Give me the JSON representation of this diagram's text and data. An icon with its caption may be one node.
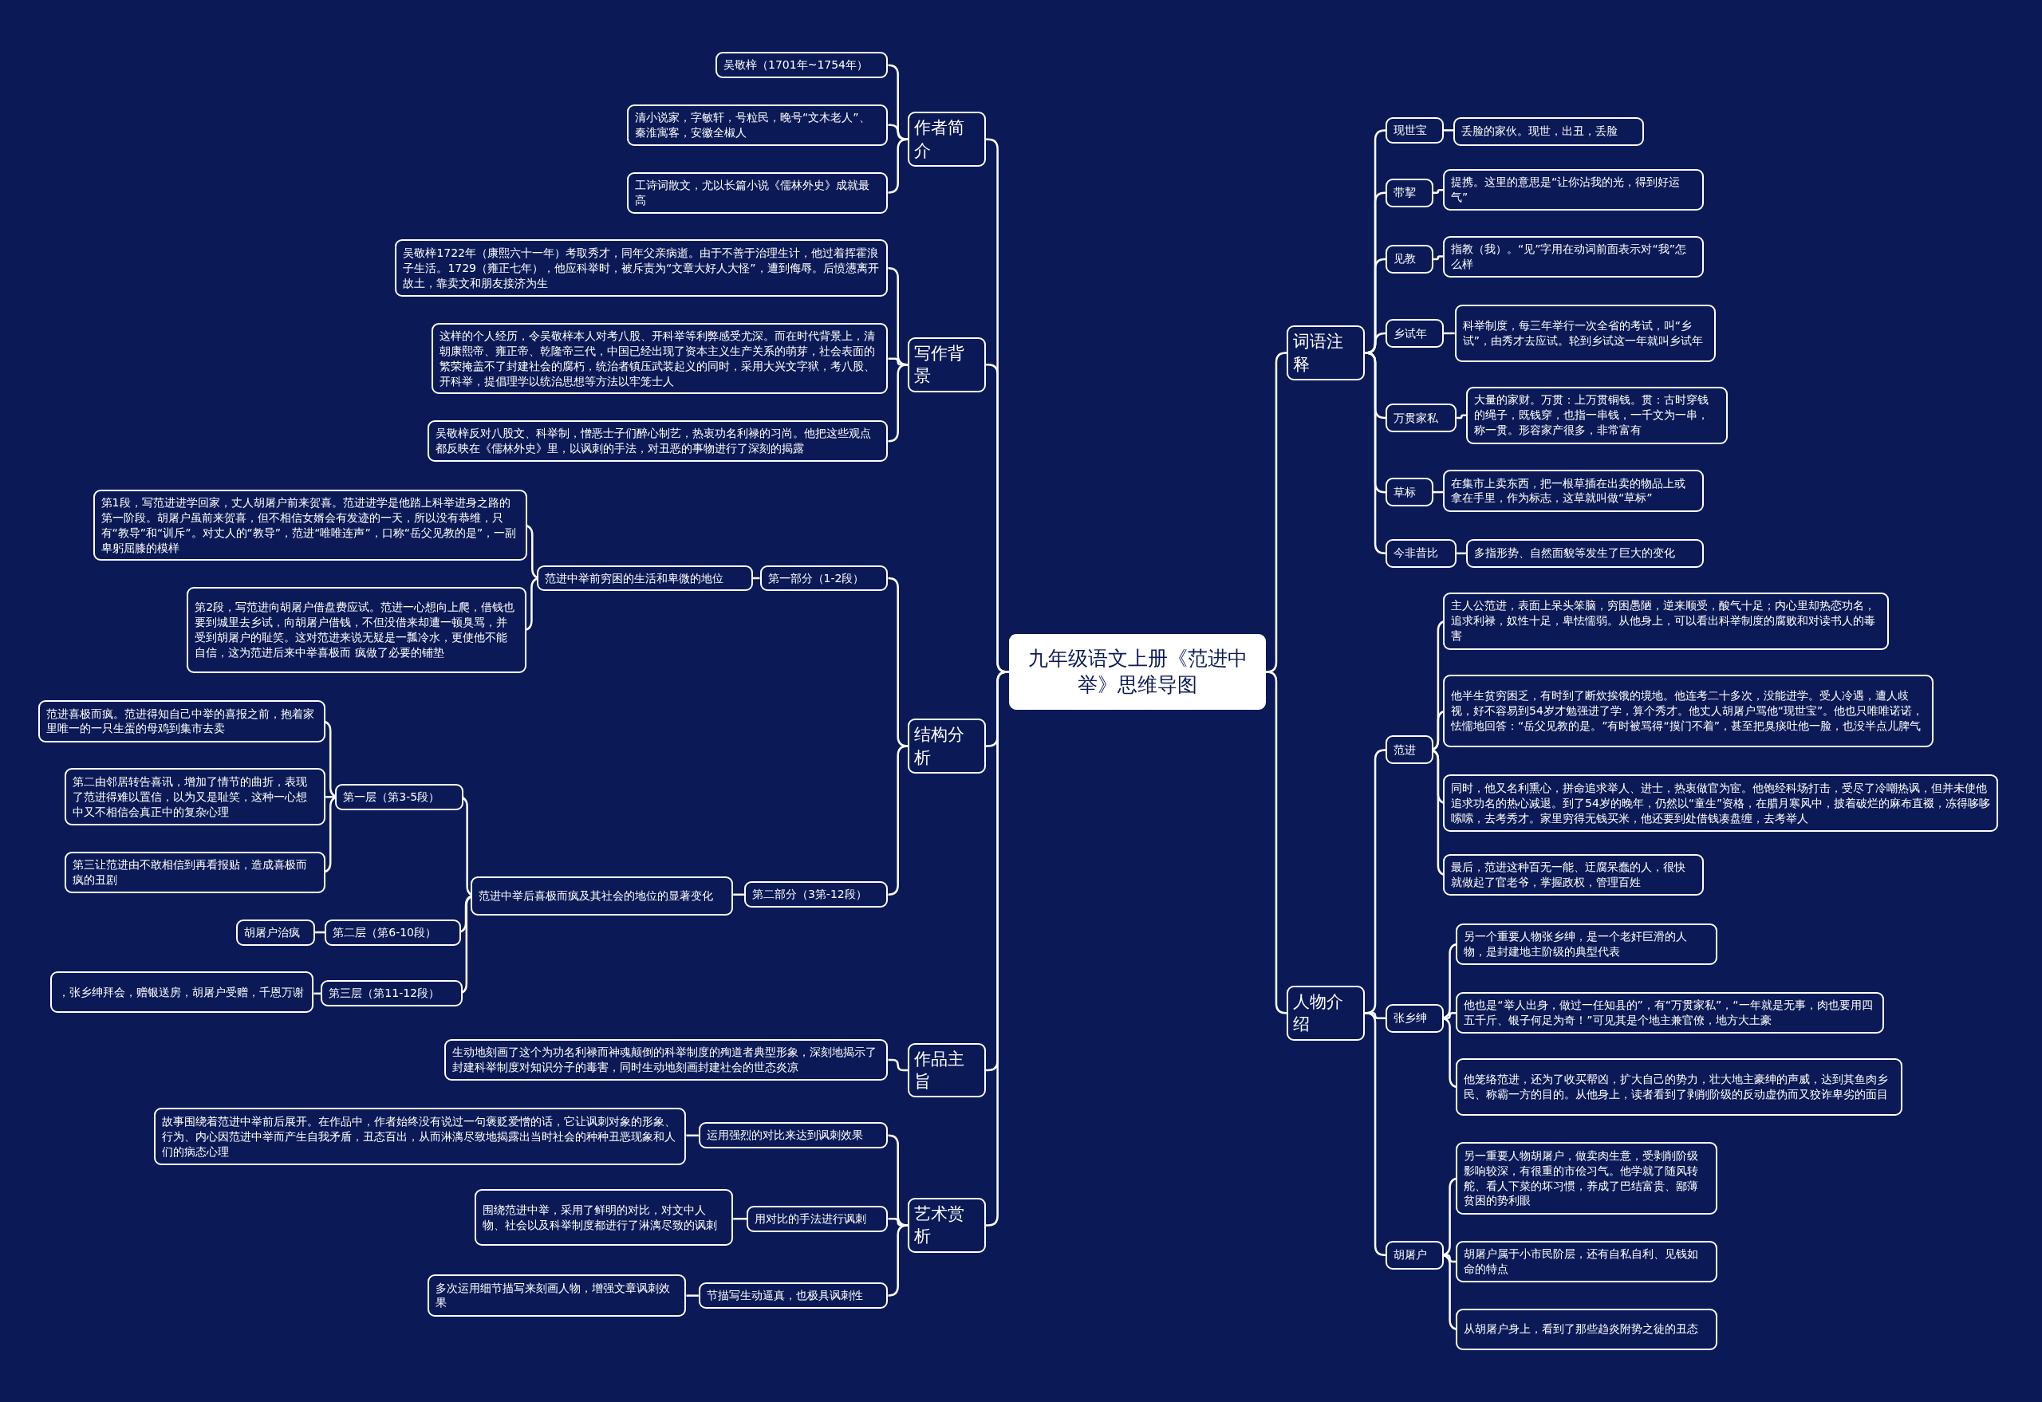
{
  "diagram": {
    "nodes": [
      {
        "text": [
          "九年级语文上册《范进中举》思维导图"
        ]
      },
      {
        "text": [
          "作者简介"
        ]
      },
      {
        "text": [
          "写作背景"
        ]
      },
      {
        "text": [
          "结构分析"
        ]
      },
      {
        "text": [
          "作品主旨"
        ]
      },
      {
        "text": [
          "艺术赏析"
        ]
      },
      {
        "text": [
          "词语注释"
        ]
      },
      {
        "text": [
          "人物介绍"
        ]
      },
      {
        "text": [
          "吴敬梓（1701年~1754年）"
        ]
      },
      {
        "text": [
          "清小说家，字敏轩，号粒民，晚号“文木老人”、秦淮寓客，安徽全椒人"
        ]
      },
      {
        "text": [
          "工诗词散文，尤以长篇小说《儒林外史》成就最高"
        ]
      },
      {
        "text": [
          "吴敬梓1722年（康熙六十一年）考取秀才，同年父亲病逝。由于不善于治理生计，他过着挥霍浪子生活。1729（雍正七年），他应科举时，被斥责为“文章大好人大怪”，遭到侮辱。后愤懑离开故土，靠卖文和朋友接济为生"
        ]
      },
      {
        "text": [
          "这样的个人经历，令吴敬梓本人对考八股、开科举等利弊感受尤深。而在时代背景上，清朝康熙帝、雍正帝、乾隆帝三代，中国已经出现了资本主义生产关系的萌芽，社会表面的繁荣掩盖不了封建社会的腐朽，统治者镇压武装起义的同时，采用大兴文字狱，考八股、开科举，提倡理学以统治思想等方法以牢笼士人"
        ]
      },
      {
        "text": [
          "吴敬梓反对八股文、科举制，憎恶士子们醉心制艺，热衷功名利禄的习尚。他把这些观点都反映在《儒林外史》里，以讽刺的手法，对丑恶的事物进行了深刻的揭露"
        ]
      },
      {
        "text": [
          "第一部分（1-2段）"
        ]
      },
      {
        "text": [
          "第二部分（3第-12段）"
        ]
      },
      {
        "text": [
          "范进中举前穷困的生活和卑微的地位"
        ]
      },
      {
        "text": [
          "第1段，写范进进学回家，丈人胡屠户前来贺喜。范进进学是他踏上科举进身之路的第一阶段。胡屠户虽前来贺喜，但不相信女婿会有发迹的一天，所以没有恭维，只有“教导”和“训斥”。对丈人的“教导”，范进“唯唯连声”，口称“岳父见教的是”，一副卑躬屈膝的模样"
        ]
      },
      {
        "text": [
          "第2段，写范进向胡屠户借盘费应试。范进一心想向上爬，借钱也要到城里去乡试，向胡屠户借钱，不但没借来却遭一顿臭骂，并受到胡屠户的耻笑。这对范进来说无疑是一瓢冷水，更使他不能自信，这为范进后来中举喜极而 疯做了必要的铺垫"
        ]
      },
      {
        "text": [
          "范进中举后喜极而疯及其社会的地位的显著变化"
        ]
      },
      {
        "text": [
          "第一层（第3-5段）"
        ]
      },
      {
        "text": [
          "第二层（第6-10段）"
        ]
      },
      {
        "text": [
          "第三层（第11-12段）"
        ]
      },
      {
        "text": [
          "范进喜极而疯。范进得知自己中举的喜报之前，抱着家里唯一的一只生蛋的母鸡到集市去卖"
        ]
      },
      {
        "text": [
          "第二由邻居转告喜讯，增加了情节的曲折，表现了范进得难以置信，以为又是耻笑，这种一心想中又不相信会真正中的复杂心理"
        ]
      },
      {
        "text": [
          "第三让范进由不敢相信到再看报贴，造成喜极而疯的丑剧"
        ]
      },
      {
        "text": [
          "胡屠户治疯"
        ]
      },
      {
        "text": [
          "，张乡绅拜会，赠银送房，胡屠户受赠，千恩万谢"
        ]
      },
      {
        "text": [
          "生动地刻画了这个为功名利禄而神魂颠倒的科举制度的殉道者典型形象，深刻地揭示了封建科举制度对知识分子的毒害，同时生动地刻画封建社会的世态炎凉"
        ]
      },
      {
        "text": [
          "运用强烈的对比来达到讽刺效果"
        ]
      },
      {
        "text": [
          "用对比的手法进行讽刺"
        ]
      },
      {
        "text": [
          "节描写生动逼真，也极具讽刺性"
        ]
      },
      {
        "text": [
          "故事围绕着范进中举前后展开。在作品中，作者始终没有说过一句褒贬爱憎的话，它让讽刺对象的形象、行为、内心因范进中举而产生自我矛盾，丑态百出，从而淋漓尽致地揭露出当时社会的种种丑恶现象和人们的病态心理"
        ]
      },
      {
        "text": [
          "围绕范进中举，采用了鲜明的对比，对文中人物、社会以及科举制度都进行了淋漓尽致的讽刺"
        ]
      },
      {
        "text": [
          "多次运用细节描写来刻画人物，增强文章讽刺效果"
        ]
      },
      {
        "text": [
          "现世宝"
        ]
      },
      {
        "text": [
          "丢脸的家伙。现世，出丑，丢脸"
        ]
      },
      {
        "text": [
          "带挈"
        ]
      },
      {
        "text": [
          "提携。这里的意思是“让你沾我的光，得到好运气”"
        ]
      },
      {
        "text": [
          "见教"
        ]
      },
      {
        "text": [
          "指教（我）。“见”字用在动词前面表示对“我”怎么样"
        ]
      },
      {
        "text": [
          "乡试年"
        ]
      },
      {
        "text": [
          "科举制度，每三年举行一次全省的考试，叫“乡试”，由秀才去应试。轮到乡试这一年就叫乡试年"
        ]
      },
      {
        "text": [
          "万贯家私"
        ]
      },
      {
        "text": [
          "大量的家财。万贯：上万贯铜钱。贯：古时穿钱的绳子，既钱穿，也指一串钱，一千文为一串，称一贯。形容家产很多，非常富有"
        ]
      },
      {
        "text": [
          "草标"
        ]
      },
      {
        "text": [
          "在集市上卖东西，把一根草插在出卖的物品上或拿在手里，作为标志，这草就叫做“草标”"
        ]
      },
      {
        "text": [
          "今非昔比"
        ]
      },
      {
        "text": [
          "多指形势、自然面貌等发生了巨大的变化"
        ]
      },
      {
        "text": [
          "范进"
        ]
      },
      {
        "text": [
          "张乡绅"
        ]
      },
      {
        "text": [
          "胡屠户"
        ]
      },
      {
        "text": [
          "主人公范进，表面上呆头笨脑，穷困愚陋，逆来顺受，酸气十足；内心里却热恋功名，追求利禄，奴性十足，卑怯懦弱。从他身上，可以看出科举制度的腐败和对读书人的毒害"
        ]
      },
      {
        "text": [
          "他半生贫穷困乏，有时到了断炊挨饿的境地。他连考二十多次，没能进学。受人冷遇，遭人歧视，好不容易到54岁才勉强进了学，算个秀才。他丈人胡屠户骂他“现世宝”。他也只唯唯诺诺，怯懦地回答：“岳父见教的是。”有时被骂得“摸门不着”，甚至把臭痰吐他一脸，也没半点儿脾气"
        ]
      },
      {
        "text": [
          "同时，他又名利熏心，拼命追求举人、进士，热衷做官为宦。他饱经科场打击，受尽了冷嘲热讽，但并未使他追求功名的热心减退。到了54岁的晚年，仍然以“童生”资格，在腊月寒风中，披着破烂的麻布直裰，冻得哆哆嗦嗦，去考秀才。家里穷得无钱买米，他还要到处借钱凑盘缠，去考举人"
        ]
      },
      {
        "text": [
          "最后，范进这种百无一能、迂腐呆蠢的人，很快就做起了官老爷，掌握政权，管理百姓"
        ]
      },
      {
        "text": [
          "另一个重要人物张乡绅，是一个老奸巨滑的人物，是封建地主阶级的典型代表"
        ]
      },
      {
        "text": [
          "他也是“举人出身，做过一任知县的”，有“万贯家私”，“一年就是无事，肉也要用四五千斤、银子何足为奇！”可见其是个地主兼官僚，地方大土豪"
        ]
      },
      {
        "text": [
          "他笼络范进，还为了收买帮凶，扩大自己的势力，壮大地主豪绅的声威，达到其鱼肉乡民、称霸一方的目的。从他身上，读者看到了剥削阶级的反动虚伪而又狡诈卑劣的面目"
        ]
      },
      {
        "text": [
          "另一重要人物胡屠户，做卖肉生意，受剥削阶级影响较深，有很重的市侩习气。他学就了随风转舵、看人下菜的坏习惯，养成了巴结富贵、鄙薄贫困的势利眼"
        ]
      },
      {
        "text": [
          "胡屠户属于小市民阶层，还有自私自利、见钱如命的特点"
        ]
      },
      {
        "text": [
          "从胡屠户身上，看到了那些趋炎附势之徒的丑态"
        ]
      }
    ],
    "edges": [
      {
        "from": 0,
        "to": 1,
        "arrow": "none"
      },
      {
        "from": 0,
        "to": 2,
        "arrow": "none"
      },
      {
        "from": 0,
        "to": 3,
        "arrow": "none"
      },
      {
        "from": 0,
        "to": 4,
        "arrow": "none"
      },
      {
        "from": 0,
        "to": 5,
        "arrow": "none"
      },
      {
        "from": 0,
        "to": 6,
        "arrow": "none"
      },
      {
        "from": 0,
        "to": 7,
        "arrow": "none"
      },
      {
        "from": 1,
        "to": 8,
        "arrow": "none"
      },
      {
        "from": 1,
        "to": 9,
        "arrow": "none"
      },
      {
        "from": 1,
        "to": 10,
        "arrow": "none"
      },
      {
        "from": 2,
        "to": 11,
        "arrow": "none"
      },
      {
        "from": 2,
        "to": 12,
        "arrow": "none"
      },
      {
        "from": 2,
        "to": 13,
        "arrow": "none"
      },
      {
        "from": 3,
        "to": 14,
        "arrow": "none"
      },
      {
        "from": 3,
        "to": 15,
        "arrow": "none"
      },
      {
        "from": 14,
        "to": 16,
        "arrow": "none"
      },
      {
        "from": 16,
        "to": 17,
        "arrow": "none"
      },
      {
        "from": 16,
        "to": 18,
        "arrow": "none"
      },
      {
        "from": 15,
        "to": 19,
        "arrow": "none"
      },
      {
        "from": 19,
        "to": 20,
        "arrow": "none"
      },
      {
        "from": 19,
        "to": 21,
        "arrow": "none"
      },
      {
        "from": 19,
        "to": 22,
        "arrow": "none"
      },
      {
        "from": 20,
        "to": 23,
        "arrow": "none"
      },
      {
        "from": 20,
        "to": 24,
        "arrow": "none"
      },
      {
        "from": 20,
        "to": 25,
        "arrow": "none"
      },
      {
        "from": 21,
        "to": 26,
        "arrow": "none"
      },
      {
        "from": 22,
        "to": 27,
        "arrow": "none"
      },
      {
        "from": 4,
        "to": 28,
        "arrow": "none"
      },
      {
        "from": 5,
        "to": 29,
        "arrow": "none"
      },
      {
        "from": 5,
        "to": 30,
        "arrow": "none"
      },
      {
        "from": 5,
        "to": 31,
        "arrow": "none"
      },
      {
        "from": 29,
        "to": 32,
        "arrow": "none"
      },
      {
        "from": 30,
        "to": 33,
        "arrow": "none"
      },
      {
        "from": 31,
        "to": 34,
        "arrow": "none"
      },
      {
        "from": 6,
        "to": 35,
        "arrow": "none"
      },
      {
        "from": 6,
        "to": 37,
        "arrow": "none"
      },
      {
        "from": 6,
        "to": 39,
        "arrow": "none"
      },
      {
        "from": 6,
        "to": 41,
        "arrow": "none"
      },
      {
        "from": 6,
        "to": 43,
        "arrow": "none"
      },
      {
        "from": 6,
        "to": 45,
        "arrow": "none"
      },
      {
        "from": 6,
        "to": 47,
        "arrow": "none"
      },
      {
        "from": 35,
        "to": 36,
        "arrow": "none"
      },
      {
        "from": 37,
        "to": 38,
        "arrow": "none"
      },
      {
        "from": 39,
        "to": 40,
        "arrow": "none"
      },
      {
        "from": 41,
        "to": 42,
        "arrow": "none"
      },
      {
        "from": 43,
        "to": 44,
        "arrow": "none"
      },
      {
        "from": 45,
        "to": 46,
        "arrow": "none"
      },
      {
        "from": 47,
        "to": 48,
        "arrow": "none"
      },
      {
        "from": 7,
        "to": 49,
        "arrow": "none"
      },
      {
        "from": 7,
        "to": 50,
        "arrow": "none"
      },
      {
        "from": 7,
        "to": 51,
        "arrow": "none"
      },
      {
        "from": 49,
        "to": 52,
        "arrow": "none"
      },
      {
        "from": 49,
        "to": 53,
        "arrow": "none"
      },
      {
        "from": 49,
        "to": 54,
        "arrow": "none"
      },
      {
        "from": 49,
        "to": 55,
        "arrow": "none"
      },
      {
        "from": 50,
        "to": 56,
        "arrow": "none"
      },
      {
        "from": 50,
        "to": 57,
        "arrow": "none"
      },
      {
        "from": 50,
        "to": 58,
        "arrow": "none"
      },
      {
        "from": 51,
        "to": 59,
        "arrow": "none"
      },
      {
        "from": 51,
        "to": 60,
        "arrow": "none"
      },
      {
        "from": 51,
        "to": 61,
        "arrow": "none"
      }
    ]
  }
}
